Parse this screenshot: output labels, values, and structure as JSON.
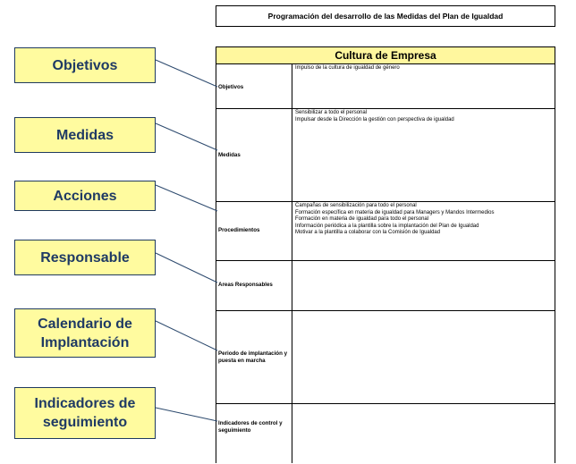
{
  "header": {
    "title": "Programación del desarrollo de las Medidas del Plan de Igualdad"
  },
  "table": {
    "title": "Cultura de Empresa",
    "rows": [
      {
        "label": "Objetivos",
        "items": [
          "Impulso de la cultura de igualdad de género"
        ]
      },
      {
        "label": "Medidas",
        "items": [
          "Sensibilizar a todo el personal",
          "Impulsar desde la Dirección la gestión con perspectiva de igualdad"
        ]
      },
      {
        "label": "Procedimientos",
        "items": [
          "Campañas de sensibilización para todo el personal",
          "Formación específica en materia de igualdad para Managers y Mandos Intermedios",
          "Formación en materia de igualdad para todo el personal",
          "Información periódica a la plantilla sobre la implantación del Plan de Igualdad",
          "Motivar a la plantilla a colaborar con la Comisión de Igualdad"
        ]
      },
      {
        "label": "Areas Responsables",
        "items": []
      },
      {
        "label": "Periodo de implantación y puesta en marcha",
        "items": []
      },
      {
        "label": "Indicadores de control y seguimiento",
        "items": []
      }
    ]
  },
  "callouts": [
    {
      "text": "Objetivos"
    },
    {
      "text": "Medidas"
    },
    {
      "text": "Acciones"
    },
    {
      "text": "Responsable"
    },
    {
      "text": "Calendario de Implantación"
    },
    {
      "text": "Indicadores de seguimiento"
    }
  ]
}
